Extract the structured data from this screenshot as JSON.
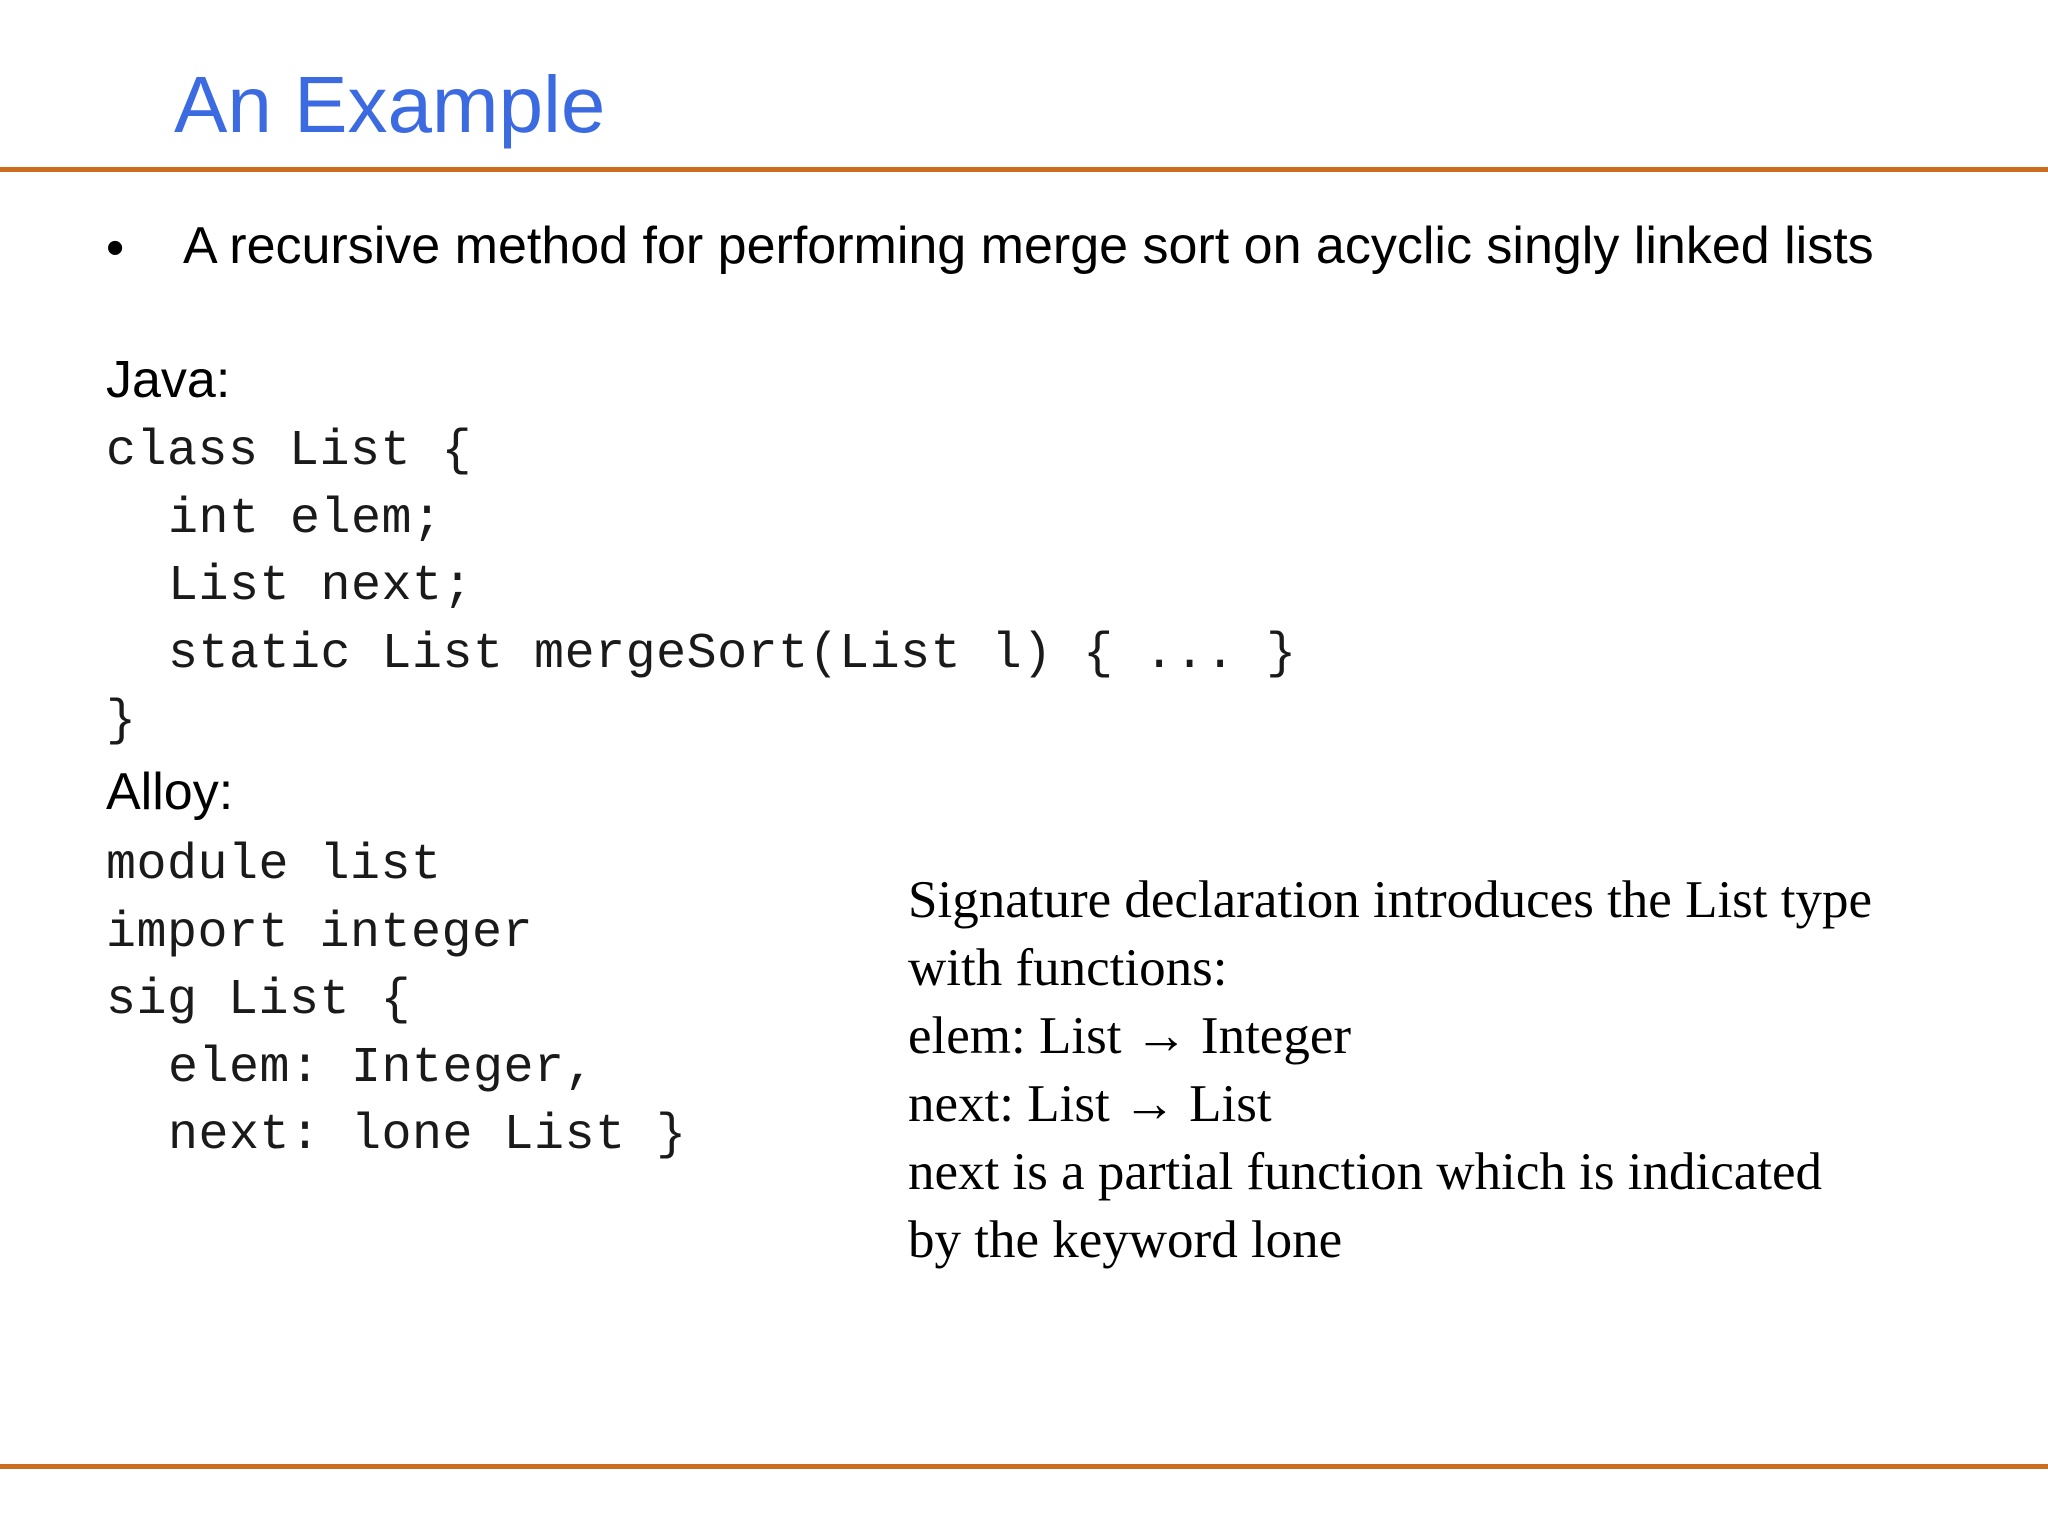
{
  "slide": {
    "title": "An Example",
    "bullet_marker": "•",
    "bullet_text": "A recursive method for performing merge sort on acyclic singly linked lists",
    "java_label": "Java:",
    "java_code": [
      "class List {",
      "int elem;",
      "List next;",
      "static List mergeSort(List l) { ... }",
      "}"
    ],
    "alloy_label": "Alloy:",
    "alloy_code": [
      "module list",
      "import integer",
      "sig List {",
      "elem: Integer,",
      "next: lone List }"
    ],
    "note_lines": [
      "Signature declaration introduces the List type",
      "with functions:",
      "elem: List → Integer",
      "next: List → List",
      "next is a partial function which is indicated",
      "by the keyword lone"
    ]
  },
  "colors": {
    "title": "#3c6ae0",
    "rule": "#cc6c1e",
    "text": "#000000",
    "background": "#ffffff"
  }
}
